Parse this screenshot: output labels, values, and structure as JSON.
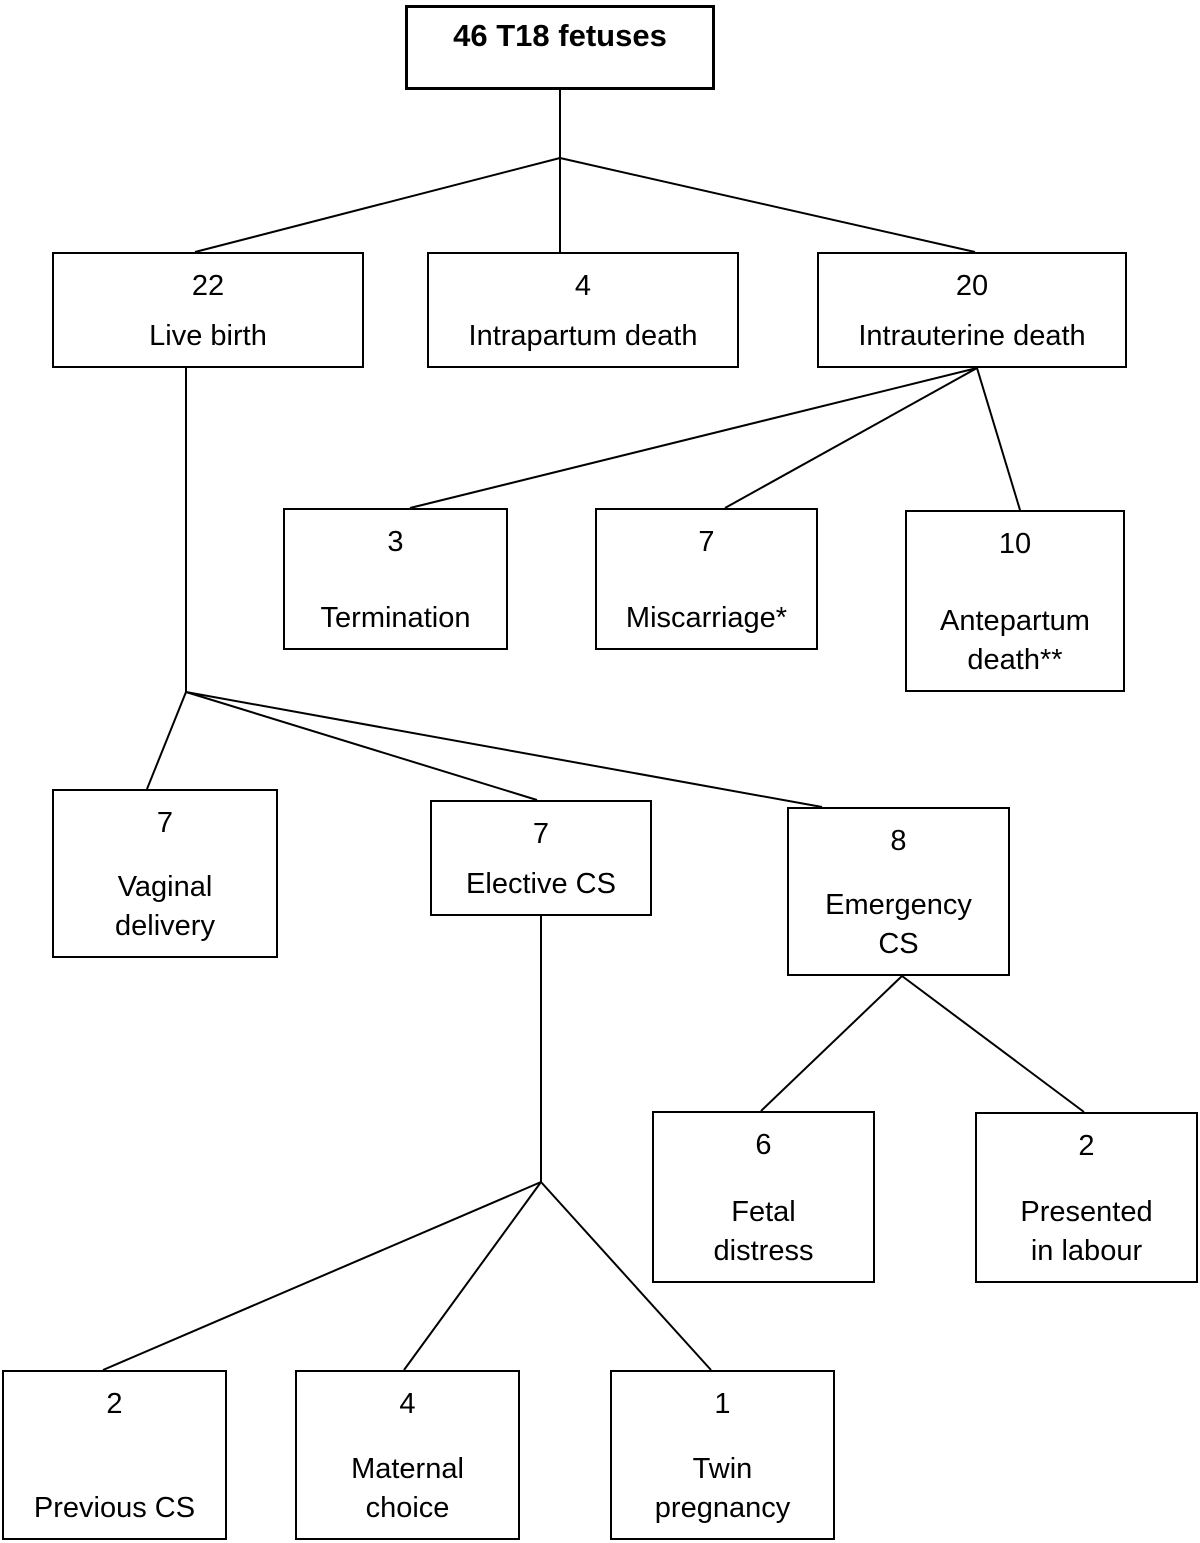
{
  "diagram": {
    "nodes": {
      "root": {
        "label": "46 T18 fetuses"
      },
      "live_birth": {
        "count": "22",
        "label": "Live birth"
      },
      "intrapartum_death": {
        "count": "4",
        "label": "Intrapartum death"
      },
      "intrauterine_death": {
        "count": "20",
        "label": "Intrauterine death"
      },
      "termination": {
        "count": "3",
        "label": "Termination"
      },
      "miscarriage": {
        "count": "7",
        "label": "Miscarriage*"
      },
      "antepartum_death": {
        "count": "10",
        "label": "Antepartum\ndeath**"
      },
      "vaginal_delivery": {
        "count": "7",
        "label": "Vaginal\ndelivery"
      },
      "elective_cs": {
        "count": "7",
        "label": "Elective CS"
      },
      "emergency_cs": {
        "count": "8",
        "label": "Emergency\nCS"
      },
      "fetal_distress": {
        "count": "6",
        "label": "Fetal\ndistress"
      },
      "presented_in_labour": {
        "count": "2",
        "label": "Presented\nin labour"
      },
      "previous_cs": {
        "count": "2",
        "label": "Previous CS"
      },
      "maternal_choice": {
        "count": "4",
        "label": "Maternal\nchoice"
      },
      "twin_pregnancy": {
        "count": "1",
        "label": "Twin\npregnancy"
      }
    },
    "edges": [
      [
        "root",
        "live_birth"
      ],
      [
        "root",
        "intrapartum_death"
      ],
      [
        "root",
        "intrauterine_death"
      ],
      [
        "intrauterine_death",
        "termination"
      ],
      [
        "intrauterine_death",
        "miscarriage"
      ],
      [
        "intrauterine_death",
        "antepartum_death"
      ],
      [
        "live_birth",
        "vaginal_delivery"
      ],
      [
        "live_birth",
        "elective_cs"
      ],
      [
        "live_birth",
        "emergency_cs"
      ],
      [
        "elective_cs",
        "previous_cs"
      ],
      [
        "elective_cs",
        "maternal_choice"
      ],
      [
        "elective_cs",
        "twin_pregnancy"
      ],
      [
        "emergency_cs",
        "fetal_distress"
      ],
      [
        "emergency_cs",
        "presented_in_labour"
      ]
    ],
    "colors": {
      "background": "#ffffff",
      "box_border": "#000000",
      "line": "#000000",
      "text": "#000000"
    }
  }
}
